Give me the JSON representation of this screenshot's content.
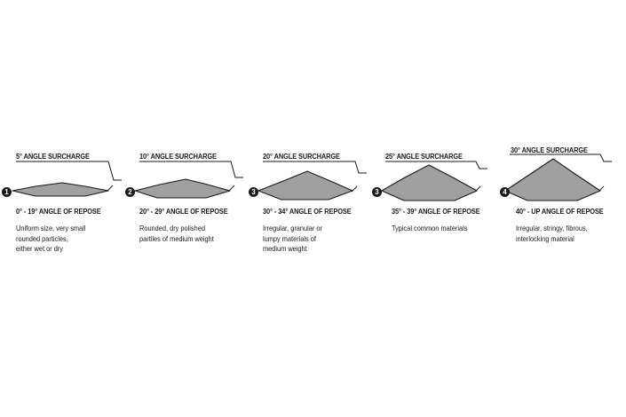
{
  "colors": {
    "text": "#1a1a1a",
    "pile_fill": "#a0a0a0",
    "pile_stroke": "#1a1a1a",
    "line": "#1a1a1a"
  },
  "panels": [
    {
      "number": "1",
      "surcharge_label": "5° ANGLE SURCHARGE",
      "repose_label": "0° - 19° ANGLE OF REPOSE",
      "description": [
        "Uniform size, very small",
        "rounded particles,",
        "either wet or dry"
      ]
    },
    {
      "number": "2",
      "surcharge_label": "10° ANGLE SURCHARGE",
      "repose_label": "20° - 29° ANGLE OF REPOSE",
      "description": [
        "Rounded, dry polished",
        "partiles of medium weight"
      ]
    },
    {
      "number": "3",
      "surcharge_label": "20° ANGLE SURCHARGE",
      "repose_label": "30° - 34° ANGLE OF REPOSE",
      "description": [
        "Irregular, granular or",
        "lumpy materials of",
        "medium weight"
      ]
    },
    {
      "number": "3",
      "surcharge_label": "25° ANGLE SURCHARGE",
      "repose_label": "35° - 39° ANGLE OF REPOSE",
      "description": [
        "Typical common materials"
      ]
    },
    {
      "number": "4",
      "surcharge_label": "30° ANGLE SURCHARGE",
      "repose_label": "40° - UP ANGLE OF REPOSE",
      "description": [
        "Irregular, stringy, fibrous,",
        "interlocking material"
      ]
    }
  ]
}
